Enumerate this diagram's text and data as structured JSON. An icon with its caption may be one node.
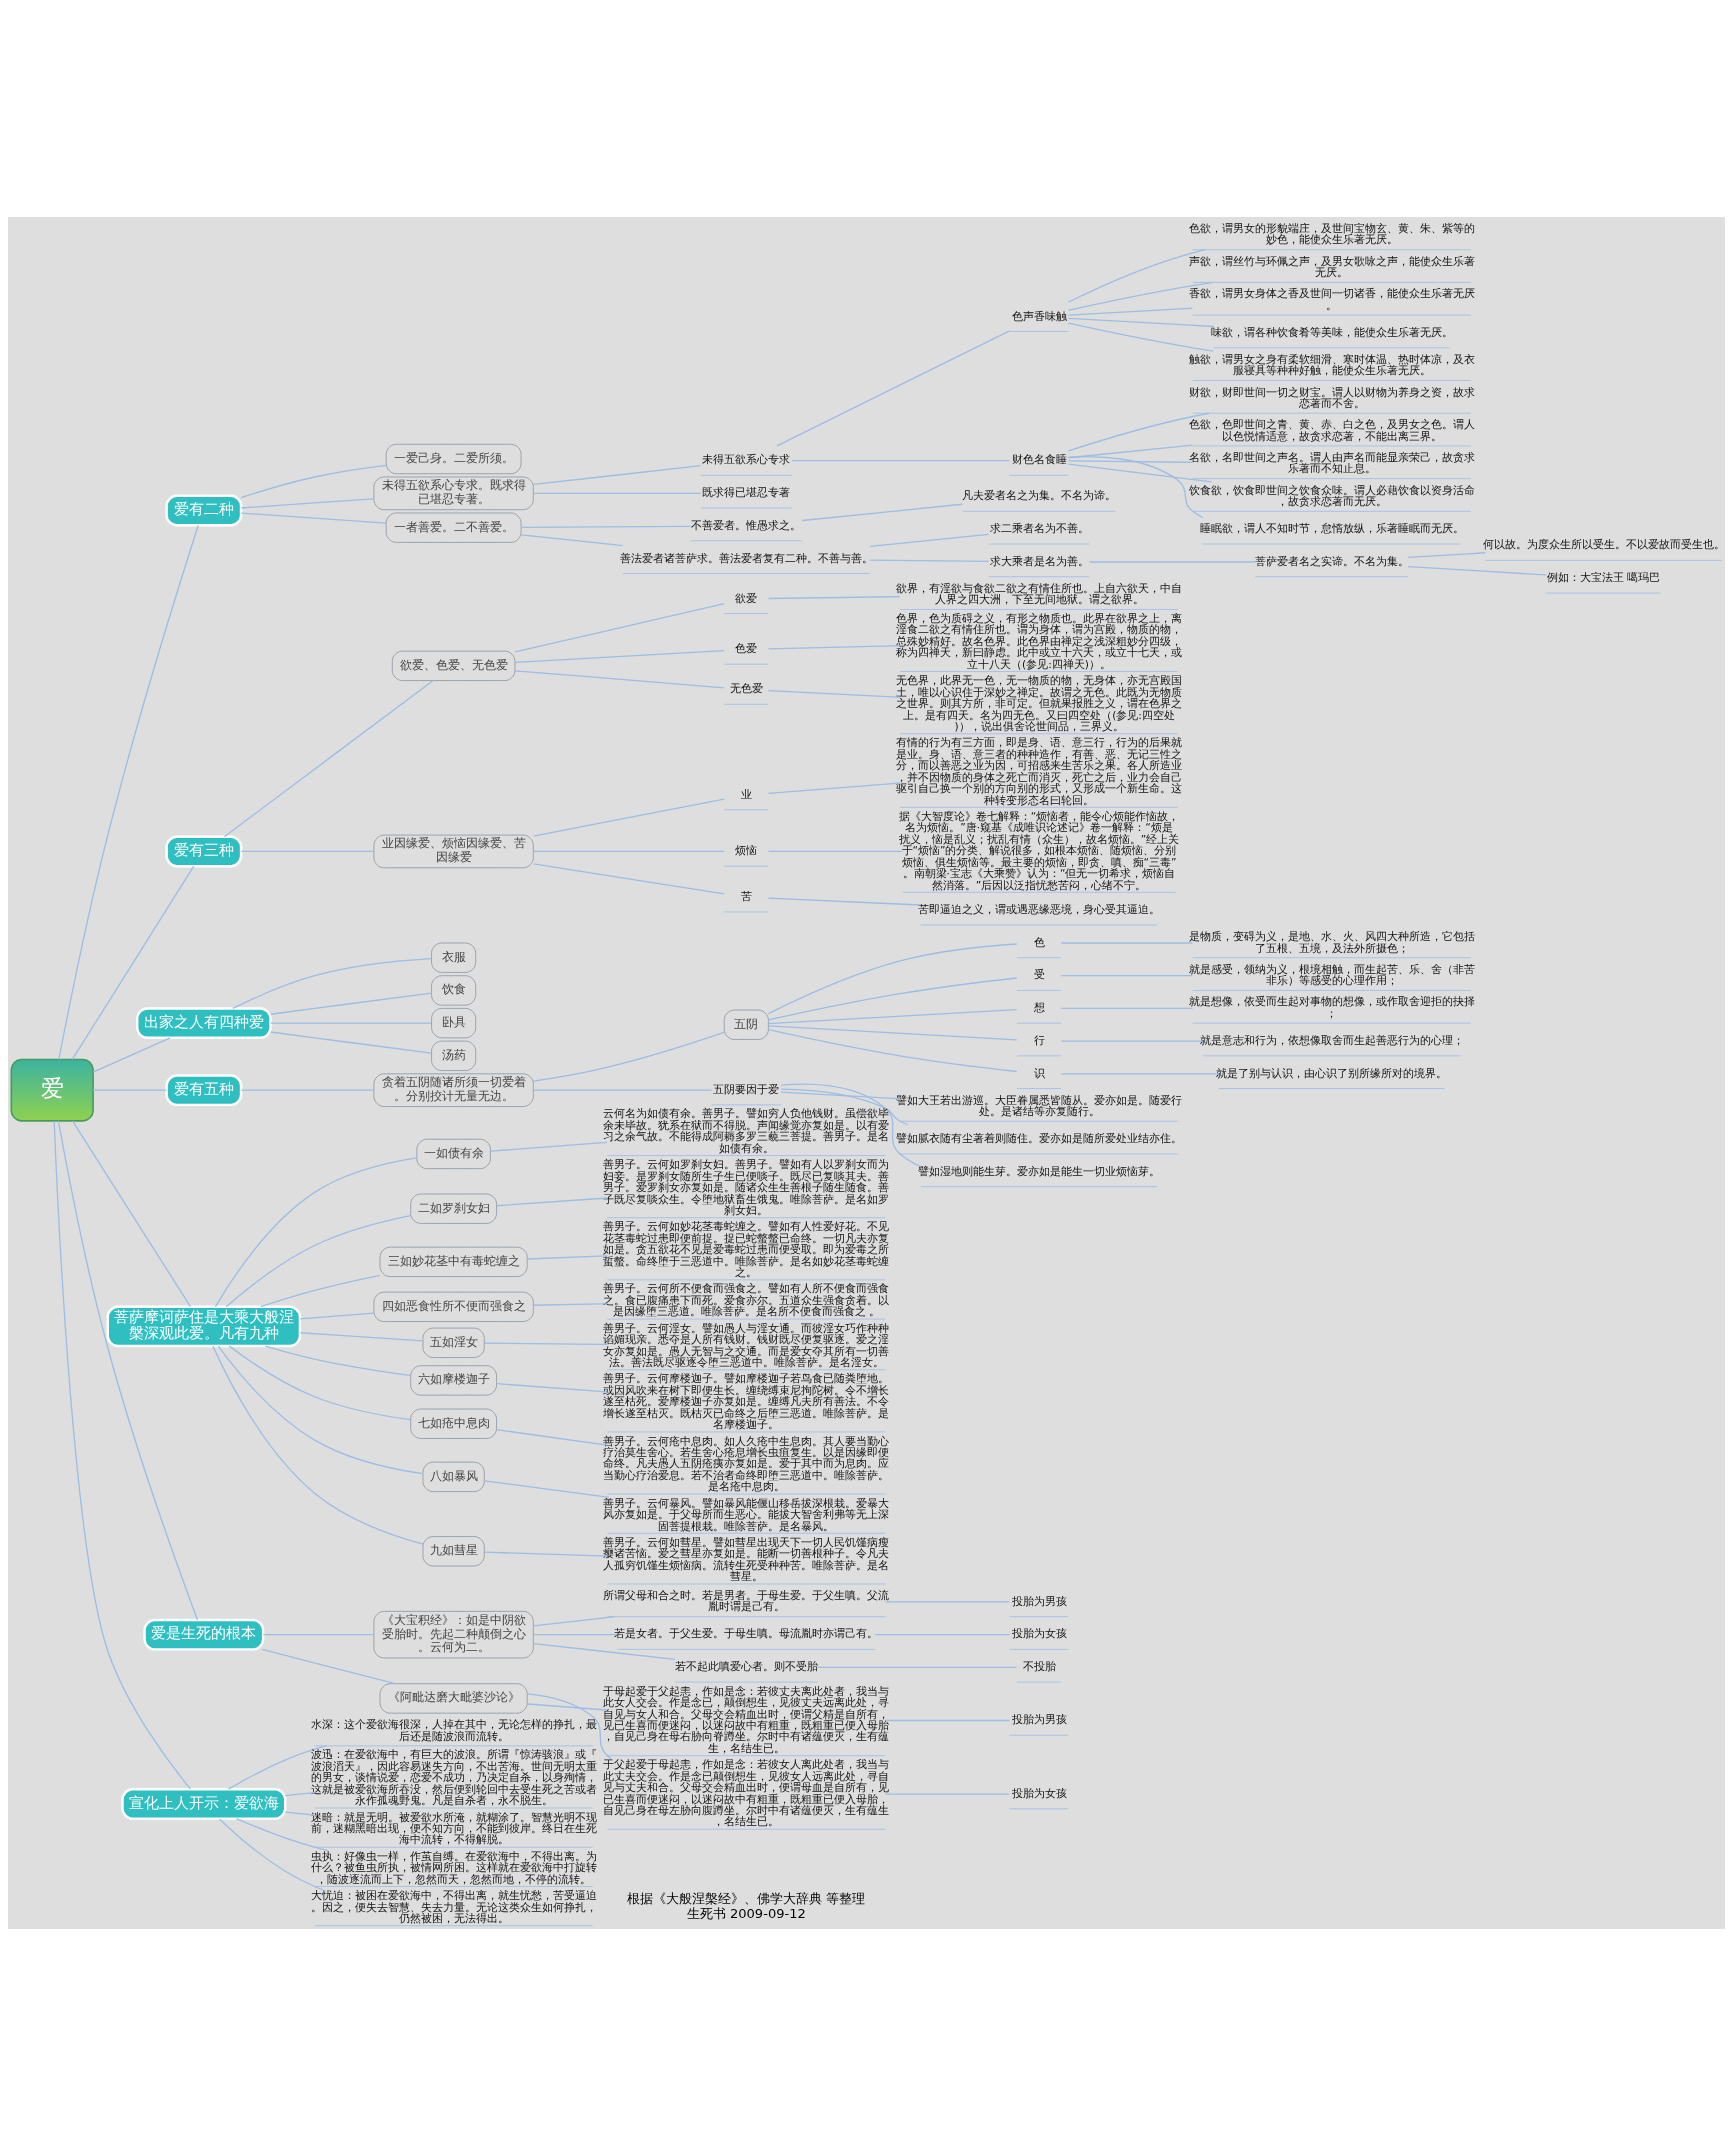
{
  "diagram": {
    "nodes": [
      {
        "text": [
          "爱"
        ]
      },
      {
        "text": [
          "爱有二种"
        ]
      },
      {
        "text": [
          "一爱己身。二爱所须。"
        ]
      },
      {
        "text": [
          "未得五欲系心专求。既求得已堪忍专著。"
        ]
      },
      {
        "text": [
          "未得五欲系心专求"
        ]
      },
      {
        "text": [
          "色声香味触"
        ]
      },
      {
        "text": [
          "色欲，谓男女的形貌端庄，及世间宝物玄、黄、朱、紫等的妙色，能使众生乐著无厌。"
        ]
      },
      {
        "text": [
          "声欲，谓丝竹与环佩之声，及男女歌咏之声，能使众生乐著无厌。"
        ]
      },
      {
        "text": [
          "香欲，谓男女身体之香及世间一切诸香，能使众生乐著无厌。"
        ]
      },
      {
        "text": [
          "味欲，谓各种饮食肴等美味，能使众生乐著无厌。"
        ]
      },
      {
        "text": [
          "触欲，谓男女之身有柔软细滑、寒时体温、热时体凉，及衣服寝具等种种好触，能使众生乐著无厌。"
        ]
      },
      {
        "text": [
          "财色名食睡"
        ]
      },
      {
        "text": [
          "财欲，财即世间一切之财宝。谓人以财物为养身之资，故求恋著而不舍。"
        ]
      },
      {
        "text": [
          "色欲，色即世间之青、黄、赤、白之色，及男女之色。谓人以色悦情适意，故贪求恋著，不能出离三界。"
        ]
      },
      {
        "text": [
          "名欲，名即世间之声名。谓人由声名而能显亲荣己，故贪求乐著而不知止息。"
        ]
      },
      {
        "text": [
          "饮食欲，饮食即世间之饮食众味。谓人必藉饮食以资身活命，故贪求恋著而无厌。"
        ]
      },
      {
        "text": [
          "睡眠欲，谓人不知时节，怠惰放纵，乐著睡眠而无厌。"
        ]
      },
      {
        "text": [
          "既求得已堪忍专著"
        ]
      },
      {
        "text": [
          "一者善爱。二不善爱。"
        ]
      },
      {
        "text": [
          "不善爱者。惟愚求之。"
        ]
      },
      {
        "text": [
          "凡夫爱者名之为集。不名为谛。"
        ]
      },
      {
        "text": [
          "善法爱者诸菩萨求。善法爱者复有二种。不善与善。"
        ]
      },
      {
        "text": [
          "求二乘者名为不善。"
        ]
      },
      {
        "text": [
          "求大乘者是名为善。"
        ]
      },
      {
        "text": [
          "菩萨爱者名之实谛。不名为集。"
        ]
      },
      {
        "text": [
          "何以故。为度众生所以受生。不以爱故而受生也。"
        ]
      },
      {
        "text": [
          "例如：大宝法王 噶玛巴"
        ]
      },
      {
        "text": [
          "爱有三种"
        ]
      },
      {
        "text": [
          "欲爱、色爱、无色爱"
        ]
      },
      {
        "text": [
          "欲爱"
        ]
      },
      {
        "text": [
          "欲界，有淫欲与食欲二欲之有情住所也。上自六欲天，中自人界之四大洲，下至无间地狱。谓之欲界。"
        ]
      },
      {
        "text": [
          "色爱"
        ]
      },
      {
        "text": [
          "色界，色为质碍之义，有形之物质也。此界在欲界之上，离淫食二欲之有情住所也。谓为身体，谓为宫殿，物质的物，总殊妙精好。故名色界。此色界由禅定之浅深粗妙分四级，称为四禅天，新曰静虑。此中或立十六天，或立十七天，或立十八天（(参见:四禅天)）。"
        ]
      },
      {
        "text": [
          "无色爱"
        ]
      },
      {
        "text": [
          "无色界，此界无一色，无一物质的物，无身体，亦无宫殿国土，唯以心识住于深妙之禅定。故谓之无色。此既为无物质之世界。则其方所，非可定。但就果报胜之义，谓在色界之上。是有四天。名为四无色。又曰四空处（(参见:四空处)），说出俱舍论世间品，三界义。"
        ]
      },
      {
        "text": [
          "业因缘爱、烦恼因缘爱、苦因缘爱"
        ]
      },
      {
        "text": [
          "业"
        ]
      },
      {
        "text": [
          "有情的行为有三方面，即是身、语、意三行，行为的后果就是业。身、语、意三者的种种造作，有善、恶、无记三性之分，而以善恶之业为因，可招感来生苦乐之果。各人所造业，并不因物质的身体之死亡而消灭，死亡之后，业力会自己驱引自己换一个别的方向别的形式，又形成一个新生命。这种转变形态名曰轮回。"
        ]
      },
      {
        "text": [
          "烦恼"
        ]
      },
      {
        "text": [
          "据《大智度论》卷七解释：“烦恼者，能令心烦能作恼故，名为烦恼。”唐·窥基《成唯识论述记》卷一解释：“烦是扰义，恼是乱义；扰乱有情（众生），故名烦恼。”经上关于“烦恼”的分类、解说很多，如根本烦恼、随烦恼、分别烦恼、俱生烦恼等。最主要的烦恼，即贪、嗔、痴“三毒”。南朝梁·宝志《大乘赞》认为：“但无一切希求，烦恼自然消落。”后因以泛指忧愁苦闷，心绪不宁。"
        ]
      },
      {
        "text": [
          "苦"
        ]
      },
      {
        "text": [
          "苦即逼迫之义，谓或遇恶缘恶境，身心受其逼迫。"
        ]
      },
      {
        "text": [
          "出家之人有四种爱"
        ]
      },
      {
        "text": [
          "衣服"
        ]
      },
      {
        "text": [
          "饮食"
        ]
      },
      {
        "text": [
          "卧具"
        ]
      },
      {
        "text": [
          "汤药"
        ]
      },
      {
        "text": [
          "爱有五种"
        ]
      },
      {
        "text": [
          "贪着五阴随诸所须一切爱着。分别挍计无量无边。"
        ]
      },
      {
        "text": [
          "五阴"
        ]
      },
      {
        "text": [
          "色"
        ]
      },
      {
        "text": [
          "是物质，变碍为义，是地、水、火、风四大种所造，它包括了五根、五境，及法外所摄色；"
        ]
      },
      {
        "text": [
          "受"
        ]
      },
      {
        "text": [
          "就是感受，领纳为义，根境相触，而生起苦、乐、舍（非苦非乐）等感受的心理作用；"
        ]
      },
      {
        "text": [
          "想"
        ]
      },
      {
        "text": [
          "就是想像，依受而生起对事物的想像，或作取舍迎拒的抉择；"
        ]
      },
      {
        "text": [
          "行"
        ]
      },
      {
        "text": [
          "就是意志和行为，依想像取舍而生起善恶行为的心理；"
        ]
      },
      {
        "text": [
          "识"
        ]
      },
      {
        "text": [
          "就是了别与认识，由心识了别所缘所对的境界。"
        ]
      },
      {
        "text": [
          "五阴要因于爱"
        ]
      },
      {
        "text": [
          "譬如大王若出游巡。大臣眷属悉皆随从。爱亦如是。随爱行处。是诸结等亦复随行。"
        ]
      },
      {
        "text": [
          "譬如腻衣随有尘著着则随住。爱亦如是随所爱处业结亦住。"
        ]
      },
      {
        "text": [
          "譬如湿地则能生芽。爱亦如是能生一切业烦恼芽。"
        ]
      },
      {
        "text": [
          "菩萨摩诃萨住是大乘大般涅槃深观此爱。凡有九种"
        ]
      },
      {
        "text": [
          "一如债有余"
        ]
      },
      {
        "text": [
          "云何名为如债有余。善男子。譬如穷人负他钱财。虽偿欲毕余未毕故。犹系在狱而不得脱。声闻缘觉亦复如是。以有爱习之余气故。不能得成阿耨多罗三藐三菩提。善男子。是名如债有余。"
        ]
      },
      {
        "text": [
          "二如罗刹女妇"
        ]
      },
      {
        "text": [
          "善男子。云何如罗刹女妇。善男子。譬如有人以罗刹女而为妇妾。是罗刹女随所生子生已便啖子。既尽已复啖其夫。善男子。爱罗刹女亦复如是。随诸众生生善根子随生随食。善子既尽复啖众生。令堕地狱畜生饿鬼。唯除菩萨。是名如罗刹女妇。"
        ]
      },
      {
        "text": [
          "三如妙花茎中有毒蛇缠之"
        ]
      },
      {
        "text": [
          "善男子。云何如妙花茎毒蛇缠之。譬如有人性爱好花。不见花茎毒蛇过患即便前捉。捉已蛇螫螫已命终。一切凡夫亦复如是。贪五欲花不见是爱毒蛇过患而便受取。即为爱毒之所蜇螫。命终堕于三恶道中。唯除菩萨。是名如妙花茎毒蛇缠之。"
        ]
      },
      {
        "text": [
          "四如恶食性所不便而强食之"
        ]
      },
      {
        "text": [
          "善男子。云何所不便食而强食之。譬如有人所不便食而强食之。食已腹痛患下而死。爱食亦尔。五道众生强食贪着。以是因缘堕三恶道。唯除菩萨。是名所不便食而强食之 。"
        ]
      },
      {
        "text": [
          "五如淫女"
        ]
      },
      {
        "text": [
          "善男子。云何淫女。譬如愚人与淫女通。而彼淫女巧作种种谄媚现亲。悉夺是人所有钱财。钱财既尽便复驱逐。爱之淫女亦复如是。愚人无智与之交通。而是爱女夺其所有一切善法。善法既尽驱逐令堕三恶道中。唯除菩萨。是名淫女。"
        ]
      },
      {
        "text": [
          "六如摩楼迦子"
        ]
      },
      {
        "text": [
          "善男子。云何摩楼迦子。譬如摩楼迦子若鸟食已随粪堕地。或因风吹来在树下即便生长。缠绕缚束尼拘陀树。令不增长遂至枯死。爱摩楼迦子亦复如是。缠缚凡夫所有善法。不令增长遂至枯灭。既枯灭已命终之后堕三恶道。唯除菩萨。是名摩楼迦子。"
        ]
      },
      {
        "text": [
          "七如疮中息肉"
        ]
      },
      {
        "text": [
          "善男子。云何疮中息肉。如人久疮中生息肉。其人要当勤心疗治莫生舍心。若生舍心疮息增长虫疽复生。以是因缘即便命终。凡夫愚人五阴疮痍亦复如是。爱于其中而为息肉。应当勤心疗治爱息。若不治者命终即堕三恶道中。唯除菩萨。是名疮中息肉。"
        ]
      },
      {
        "text": [
          "八如暴风"
        ]
      },
      {
        "text": [
          "善男子。云何暴风。譬如暴风能偃山移岳拔深根栽。爱暴大风亦复如是。于父母所而生恶心。能拔大智舍利弗等无上深固菩提根栽。唯除菩萨。是名暴风。"
        ]
      },
      {
        "text": [
          "九如彗星"
        ]
      },
      {
        "text": [
          "善男子。云何如彗星。譬如彗星出现天下一切人民饥馑病瘦瘿诸苦恼。爱之彗星亦复如是。能断一切善根种子。令凡夫人孤穷饥馑生烦恼病。流转生死受种种苦。唯除菩萨。是名彗星。"
        ]
      },
      {
        "text": [
          "爱是生死的根本"
        ]
      },
      {
        "text": [
          "《大宝积经》：如是中阴欲受胎时。先起二种颠倒之心。云何为二。"
        ]
      },
      {
        "text": [
          "所谓父母和合之时。若是男者。于母生爱。于父生嗔。父流胤时谓是己有。"
        ]
      },
      {
        "text": [
          "投胎为男孩"
        ]
      },
      {
        "text": [
          "若是女者。于父生爱。于母生嗔。母流胤时亦谓己有。"
        ]
      },
      {
        "text": [
          "投胎为女孩"
        ]
      },
      {
        "text": [
          "若不起此嗔爱心者。则不受胎"
        ]
      },
      {
        "text": [
          "不投胎"
        ]
      },
      {
        "text": [
          "《阿毗达磨大毗婆沙论》"
        ]
      },
      {
        "text": [
          "于母起爱于父起恚，作如是念：若彼丈夫离此处者，我当与此女人交会。作是念已，颠倒想生，见彼丈夫远离此处，寻自见与女人和合。父母交会精血出时，便谓父精是自所有，见已生喜而便迷闷，以迷闷故中有粗重，既粗重已便入母胎，自见己身在母右胁向脊蹲坐。尔时中有诸蕴便灭，生有蕴生，名结生已。"
        ]
      },
      {
        "text": [
          "投胎为男孩"
        ]
      },
      {
        "text": [
          "于父起爱于母起恚，作如是念：若彼女人离此处者，我当与此丈夫交会。作是念已颠倒想生，见彼女人远离此处，寻自见与丈夫和合。父母交会精血出时，便谓母血是自所有，见已生喜而便迷闷，以迷闷故中有粗重，既粗重已便入母胎，自见己身在母左胁向腹蹲坐。尔时中有诸蕴便灭，生有蕴生，名结生已。"
        ]
      },
      {
        "text": [
          "投胎为女孩"
        ]
      },
      {
        "text": [
          "宣化上人开示：爱欲海"
        ]
      },
      {
        "text": [
          "水深：这个爱欲海很深，人掉在其中，无论怎样的挣扎，最后还是随波浪而流转。"
        ]
      },
      {
        "text": [
          "波迅：在爱欲海中，有巨大的波浪。所谓『惊涛骇浪』或『波浪滔天』，因此容易迷失方向，不出苦海。世间无明太重的男女，谈情说爱，恋爱不成功，乃决定自杀，以身殉情，这就是被爱欲海所吞没，然后便到轮回中去受生死之苦或者永作孤魂野鬼。凡是自杀者，永不脱生。"
        ]
      },
      {
        "text": [
          "迷暗：就是无明。被爱欲水所淹，就糊涂了。智慧光明不现前，迷糊黑暗出现，便不知方向，不能到彼岸。终日在生死海中流转，不得解脱。"
        ]
      },
      {
        "text": [
          "虫执：好像虫一样，作茧自缚。在爱欲海中，不得出离。为什么？被鱼虫所执，被情网所困。这样就在爱欲海中打旋转，随波逐流而上下，忽然而天，忽然而地，不停的流转。"
        ]
      },
      {
        "text": [
          "大忧迫：被困在爱欲海中，不得出离，就生忧愁，苦受逼迫。因之，便失去智慧、失去力量。无论这类众生如何挣扎，仍然被困，无法得出。"
        ]
      }
    ],
    "edges": [
      {
        "from": 0,
        "to": 1,
        "arrow": "none"
      },
      {
        "from": 0,
        "to": 27,
        "arrow": "none"
      },
      {
        "from": 0,
        "to": 42,
        "arrow": "none"
      },
      {
        "from": 0,
        "to": 47,
        "arrow": "none"
      },
      {
        "from": 0,
        "to": 64,
        "arrow": "none"
      },
      {
        "from": 0,
        "to": 83,
        "arrow": "none"
      },
      {
        "from": 0,
        "to": 96,
        "arrow": "none"
      },
      {
        "from": 1,
        "to": 2,
        "arrow": "none"
      },
      {
        "from": 1,
        "to": 3,
        "arrow": "none"
      },
      {
        "from": 1,
        "to": 18,
        "arrow": "none"
      },
      {
        "from": 3,
        "to": 4,
        "arrow": "none"
      },
      {
        "from": 3,
        "to": 17,
        "arrow": "none"
      },
      {
        "from": 4,
        "to": 5,
        "arrow": "none"
      },
      {
        "from": 4,
        "to": 11,
        "arrow": "none"
      },
      {
        "from": 5,
        "to": 6,
        "arrow": "none"
      },
      {
        "from": 5,
        "to": 7,
        "arrow": "none"
      },
      {
        "from": 5,
        "to": 8,
        "arrow": "none"
      },
      {
        "from": 5,
        "to": 9,
        "arrow": "none"
      },
      {
        "from": 5,
        "to": 10,
        "arrow": "none"
      },
      {
        "from": 11,
        "to": 12,
        "arrow": "none"
      },
      {
        "from": 11,
        "to": 13,
        "arrow": "none"
      },
      {
        "from": 11,
        "to": 14,
        "arrow": "none"
      },
      {
        "from": 11,
        "to": 15,
        "arrow": "none"
      },
      {
        "from": 11,
        "to": 16,
        "arrow": "none"
      },
      {
        "from": 18,
        "to": 19,
        "arrow": "none"
      },
      {
        "from": 18,
        "to": 21,
        "arrow": "none"
      },
      {
        "from": 19,
        "to": 20,
        "arrow": "none"
      },
      {
        "from": 21,
        "to": 22,
        "arrow": "none"
      },
      {
        "from": 21,
        "to": 23,
        "arrow": "none"
      },
      {
        "from": 23,
        "to": 24,
        "arrow": "none"
      },
      {
        "from": 24,
        "to": 25,
        "arrow": "none"
      },
      {
        "from": 24,
        "to": 26,
        "arrow": "none"
      },
      {
        "from": 27,
        "to": 28,
        "arrow": "none"
      },
      {
        "from": 27,
        "to": 35,
        "arrow": "none"
      },
      {
        "from": 28,
        "to": 29,
        "arrow": "none"
      },
      {
        "from": 28,
        "to": 31,
        "arrow": "none"
      },
      {
        "from": 28,
        "to": 33,
        "arrow": "none"
      },
      {
        "from": 29,
        "to": 30,
        "arrow": "none"
      },
      {
        "from": 31,
        "to": 32,
        "arrow": "none"
      },
      {
        "from": 33,
        "to": 34,
        "arrow": "none"
      },
      {
        "from": 35,
        "to": 36,
        "arrow": "none"
      },
      {
        "from": 35,
        "to": 38,
        "arrow": "none"
      },
      {
        "from": 35,
        "to": 40,
        "arrow": "none"
      },
      {
        "from": 36,
        "to": 37,
        "arrow": "none"
      },
      {
        "from": 38,
        "to": 39,
        "arrow": "none"
      },
      {
        "from": 40,
        "to": 41,
        "arrow": "none"
      },
      {
        "from": 42,
        "to": 43,
        "arrow": "none"
      },
      {
        "from": 42,
        "to": 44,
        "arrow": "none"
      },
      {
        "from": 42,
        "to": 45,
        "arrow": "none"
      },
      {
        "from": 42,
        "to": 46,
        "arrow": "none"
      },
      {
        "from": 47,
        "to": 48,
        "arrow": "none"
      },
      {
        "from": 48,
        "to": 49,
        "arrow": "none"
      },
      {
        "from": 48,
        "to": 60,
        "arrow": "none"
      },
      {
        "from": 49,
        "to": 50,
        "arrow": "none"
      },
      {
        "from": 49,
        "to": 52,
        "arrow": "none"
      },
      {
        "from": 49,
        "to": 54,
        "arrow": "none"
      },
      {
        "from": 49,
        "to": 56,
        "arrow": "none"
      },
      {
        "from": 49,
        "to": 58,
        "arrow": "none"
      },
      {
        "from": 50,
        "to": 51,
        "arrow": "none"
      },
      {
        "from": 52,
        "to": 53,
        "arrow": "none"
      },
      {
        "from": 54,
        "to": 55,
        "arrow": "none"
      },
      {
        "from": 56,
        "to": 57,
        "arrow": "none"
      },
      {
        "from": 58,
        "to": 59,
        "arrow": "none"
      },
      {
        "from": 60,
        "to": 61,
        "arrow": "none"
      },
      {
        "from": 60,
        "to": 62,
        "arrow": "none"
      },
      {
        "from": 60,
        "to": 63,
        "arrow": "none"
      },
      {
        "from": 64,
        "to": 65,
        "arrow": "none"
      },
      {
        "from": 64,
        "to": 67,
        "arrow": "none"
      },
      {
        "from": 64,
        "to": 69,
        "arrow": "none"
      },
      {
        "from": 64,
        "to": 71,
        "arrow": "none"
      },
      {
        "from": 64,
        "to": 73,
        "arrow": "none"
      },
      {
        "from": 64,
        "to": 75,
        "arrow": "none"
      },
      {
        "from": 64,
        "to": 77,
        "arrow": "none"
      },
      {
        "from": 64,
        "to": 79,
        "arrow": "none"
      },
      {
        "from": 64,
        "to": 81,
        "arrow": "none"
      },
      {
        "from": 65,
        "to": 66,
        "arrow": "none"
      },
      {
        "from": 67,
        "to": 68,
        "arrow": "none"
      },
      {
        "from": 69,
        "to": 70,
        "arrow": "none"
      },
      {
        "from": 71,
        "to": 72,
        "arrow": "none"
      },
      {
        "from": 73,
        "to": 74,
        "arrow": "none"
      },
      {
        "from": 75,
        "to": 76,
        "arrow": "none"
      },
      {
        "from": 77,
        "to": 78,
        "arrow": "none"
      },
      {
        "from": 79,
        "to": 80,
        "arrow": "none"
      },
      {
        "from": 81,
        "to": 82,
        "arrow": "none"
      },
      {
        "from": 83,
        "to": 84,
        "arrow": "none"
      },
      {
        "from": 83,
        "to": 91,
        "arrow": "none"
      },
      {
        "from": 84,
        "to": 85,
        "arrow": "none"
      },
      {
        "from": 84,
        "to": 87,
        "arrow": "none"
      },
      {
        "from": 84,
        "to": 89,
        "arrow": "none"
      },
      {
        "from": 85,
        "to": 86,
        "arrow": "none"
      },
      {
        "from": 87,
        "to": 88,
        "arrow": "none"
      },
      {
        "from": 89,
        "to": 90,
        "arrow": "none"
      },
      {
        "from": 91,
        "to": 92,
        "arrow": "none"
      },
      {
        "from": 91,
        "to": 94,
        "arrow": "none"
      },
      {
        "from": 92,
        "to": 93,
        "arrow": "none"
      },
      {
        "from": 94,
        "to": 95,
        "arrow": "none"
      },
      {
        "from": 96,
        "to": 97,
        "arrow": "none"
      },
      {
        "from": 96,
        "to": 98,
        "arrow": "none"
      },
      {
        "from": 96,
        "to": 99,
        "arrow": "none"
      },
      {
        "from": 96,
        "to": 100,
        "arrow": "none"
      },
      {
        "from": 96,
        "to": 101,
        "arrow": "none"
      }
    ],
    "labels": [
      "根据《大般涅槃经》、佛学大辞典 等整理",
      "生死书 2009-09-12"
    ]
  }
}
